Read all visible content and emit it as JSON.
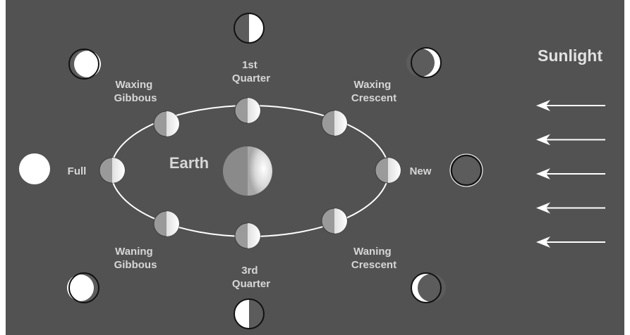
{
  "title": "Sunlight",
  "earth_label": "Earth",
  "phase_labels": {
    "first_quarter": [
      "1st",
      "Quarter"
    ],
    "waxing_crescent": [
      "Waxing",
      "Crescent"
    ],
    "waxing_gibbous": [
      "Waxing",
      "Gibbous"
    ],
    "full": [
      "Full"
    ],
    "new": [
      "New"
    ],
    "waning_gibbous": [
      "Waning",
      "Gibbous"
    ],
    "third_quarter": [
      "3rd",
      "Quarter"
    ],
    "waning_crescent": [
      "Waning",
      "Crescent"
    ]
  },
  "sunlight_arrow_count": 5,
  "colors": {
    "background": "#525252",
    "lit": "#ffffff",
    "dark": "#5c5c5c",
    "orbit": "#ffffff",
    "label": "#d6d6d6"
  }
}
